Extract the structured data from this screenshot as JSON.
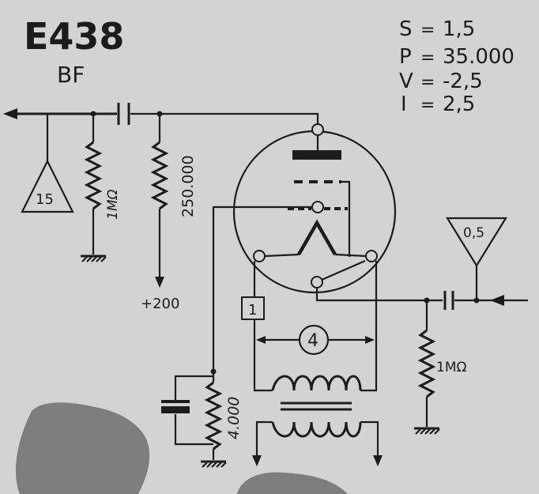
{
  "header": {
    "model": "E438",
    "subtitle": "BF"
  },
  "specs": [
    {
      "key": "S",
      "sep": "=",
      "value": "1,5"
    },
    {
      "key": "P",
      "sep": "=",
      "value": "35.000"
    },
    {
      "key": "V",
      "sep": "=",
      "value": "-2,5"
    },
    {
      "key": "I",
      "sep": "=",
      "value": "2,5"
    }
  ],
  "components": {
    "grid_resistor_left": "1MΩ",
    "anode_resistor": "250.000",
    "supply_voltage": "+200",
    "cathode_resistor": "4.000",
    "input_resistor": "1MΩ",
    "left_meter": "15",
    "right_meter": "0,5",
    "box_pin": "1",
    "circle_pin": "4"
  },
  "colors": {
    "ink": "#1c1c1c",
    "paper": "#d3d3d3",
    "smudge": "#7d7d7d"
  }
}
